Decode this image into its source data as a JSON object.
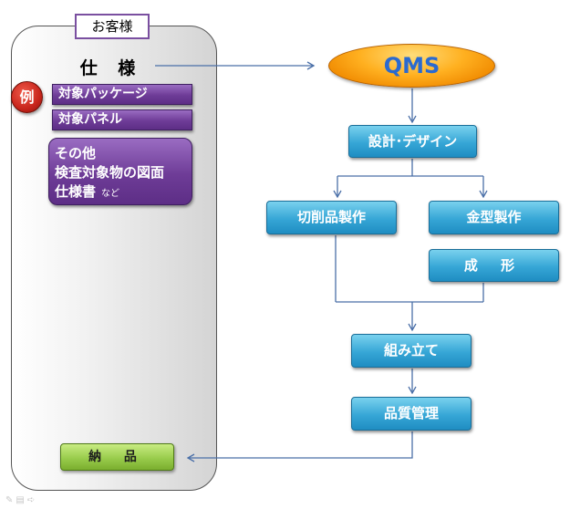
{
  "customer": {
    "label": "お客様",
    "spec_title": "仕 様",
    "example_badge": "例",
    "spec_items": [
      "対象パッケージ",
      "対象パネル"
    ],
    "spec_other": {
      "line1": "その他",
      "line2": "検査対象物の図面",
      "line3": "仕様書",
      "suffix": "など"
    },
    "delivery": "納 品"
  },
  "process": {
    "qms": "QMS",
    "design": "設計･デザイン",
    "cutting": "切削品製作",
    "mold": "金型製作",
    "forming": "成 形",
    "assembly": "組み立て",
    "quality": "品質管理"
  },
  "colors": {
    "purple": "#6e3c97",
    "blue": "#36a6d6",
    "green": "#99cc4c",
    "orange": "#ffb020",
    "red": "#c8251c",
    "connector": "#4a6fa8"
  },
  "icons": [
    "pen-icon",
    "slide-icon",
    "arrow-icon"
  ]
}
